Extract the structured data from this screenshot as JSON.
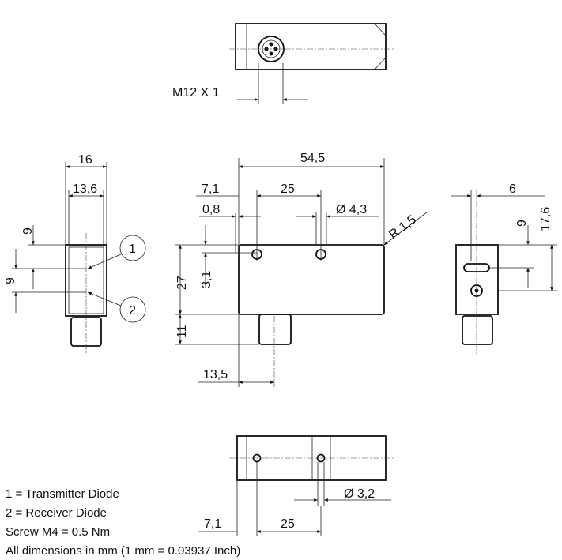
{
  "top_view": {
    "thread": "M12 X 1"
  },
  "front_view": {
    "length": "54,5",
    "hole_offset": "7,1",
    "hole_spacing": "25",
    "edge_offset": "0,8",
    "hole_diameter": "Ø 4,3",
    "radius": "R 1,5",
    "height": "27",
    "hole_depth": "3,1",
    "connector_height": "11",
    "connector_offset": "13,5"
  },
  "side_view_left": {
    "width": "16",
    "inner_width": "13,6",
    "dim_upper": "9",
    "dim_lower": "9",
    "callout_1": "1",
    "callout_2": "2"
  },
  "side_view_right": {
    "width": "6",
    "dim_9": "9",
    "height": "17,6"
  },
  "bottom_view": {
    "hole_diameter": "Ø 3,2",
    "hole_offset": "7,1",
    "hole_spacing": "25"
  },
  "legend": [
    "1 =  Transmitter Diode",
    "2 =  Receiver Diode",
    "Screw M4 = 0.5 Nm",
    "All dimensions in mm (1 mm = 0.03937 Inch)"
  ]
}
